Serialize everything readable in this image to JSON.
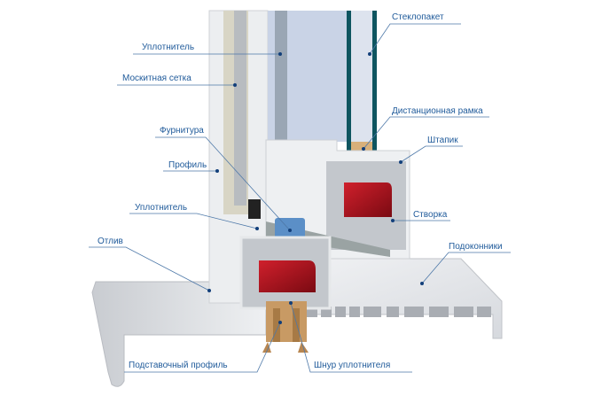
{
  "title": "Window profile cross-section",
  "labels": {
    "glazing_unit": "Стеклопакет",
    "seal_top": "Уплотнитель",
    "mosquito_net": "Москитная сетка",
    "spacer_frame": "Дистанционная рамка",
    "hardware": "Фурнитура",
    "glazing_bead": "Штапик",
    "profile": "Профиль",
    "seal_bottom": "Уплотнитель",
    "sash": "Створка",
    "drip": "Отлив",
    "window_sill": "Подоконники",
    "support_profile": "Подставочный профиль",
    "seal_cord": "Шнур уплотнителя"
  },
  "colors": {
    "label": "#1f5a9a",
    "glass": "#c9d3e6",
    "glass_edge": "#0e5560",
    "pvc": "#e9ebee",
    "steel": "#b5101c",
    "support": "#c89a64"
  }
}
